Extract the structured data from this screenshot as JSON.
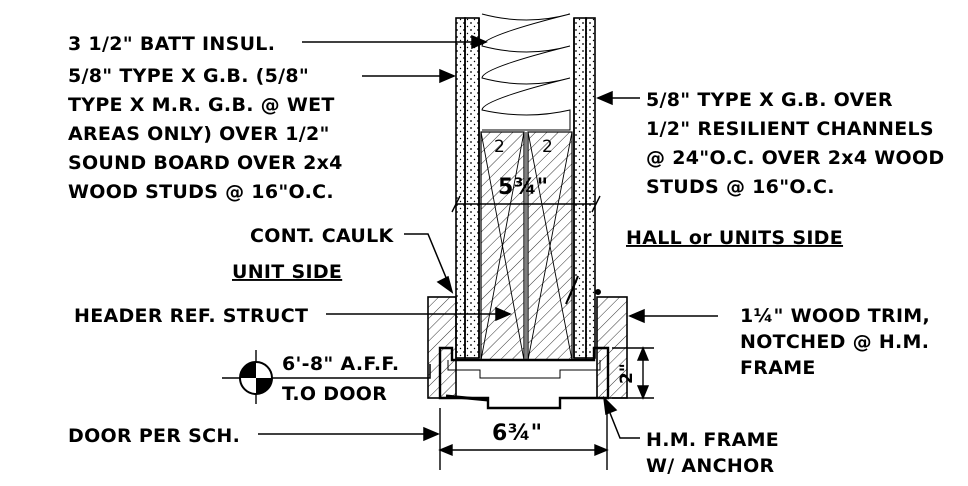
{
  "notes": {
    "batt": "3 1/2\" BATT INSUL.",
    "left_gb": [
      "5/8\" TYPE X G.B. (5/8\"",
      "TYPE X M.R. G.B. @ WET",
      "AREAS ONLY) OVER 1/2\"",
      "SOUND BOARD OVER 2x4",
      "WOOD STUDS @ 16\"O.C."
    ],
    "right_gb": [
      "5/8\" TYPE X G.B. OVER",
      "1/2\" RESILIENT CHANNELS",
      "@ 24\"O.C. OVER 2x4 WOOD",
      "STUDS @ 16\"O.C."
    ],
    "caulk": "CONT. CAULK",
    "unit_side": "UNIT SIDE",
    "hall_side": "HALL or UNITS SIDE",
    "header": "HEADER REF. STRUCT",
    "elevation": "6'-8\" A.F.F.",
    "to_door": "T.O DOOR",
    "door": "DOOR PER SCH.",
    "trim": [
      "1¼\" WOOD TRIM,",
      "NOTCHED @ H.M.",
      "FRAME"
    ],
    "frame": [
      "H.M. FRAME",
      "W/ ANCHOR"
    ]
  },
  "dimensions": {
    "wall_width": "5¾\"",
    "frame_width": "6¾\"",
    "trim_depth": "2\"",
    "stud_mark": "2"
  }
}
